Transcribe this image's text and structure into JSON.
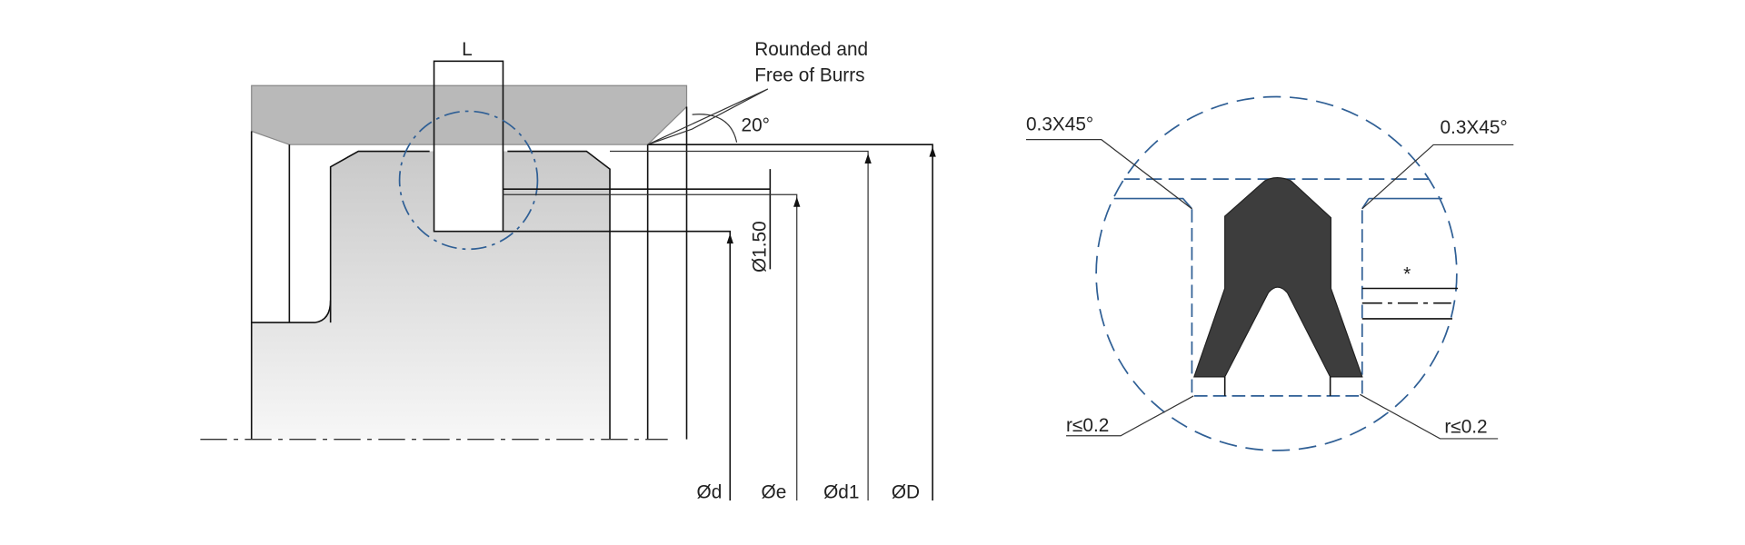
{
  "left_drawing": {
    "groove_width_label": "L",
    "note_line1": "Rounded and",
    "note_line2": "Free of Burrs",
    "angle_label": "20°",
    "depth_label": "Ø1.50",
    "dim_d": "Ød",
    "dim_e": "Øe",
    "dim_d1": "Ød1",
    "dim_D": "ØD"
  },
  "detail_view": {
    "chamfer_left": "0.3X45°",
    "chamfer_right": "0.3X45°",
    "radius_left": "r≤0.2",
    "radius_right": "r≤0.2",
    "star_mark": "*"
  },
  "colors": {
    "housing": "#b9b9b9",
    "seal": "#3d3d3d",
    "detail_lines": "#2f5f95"
  }
}
